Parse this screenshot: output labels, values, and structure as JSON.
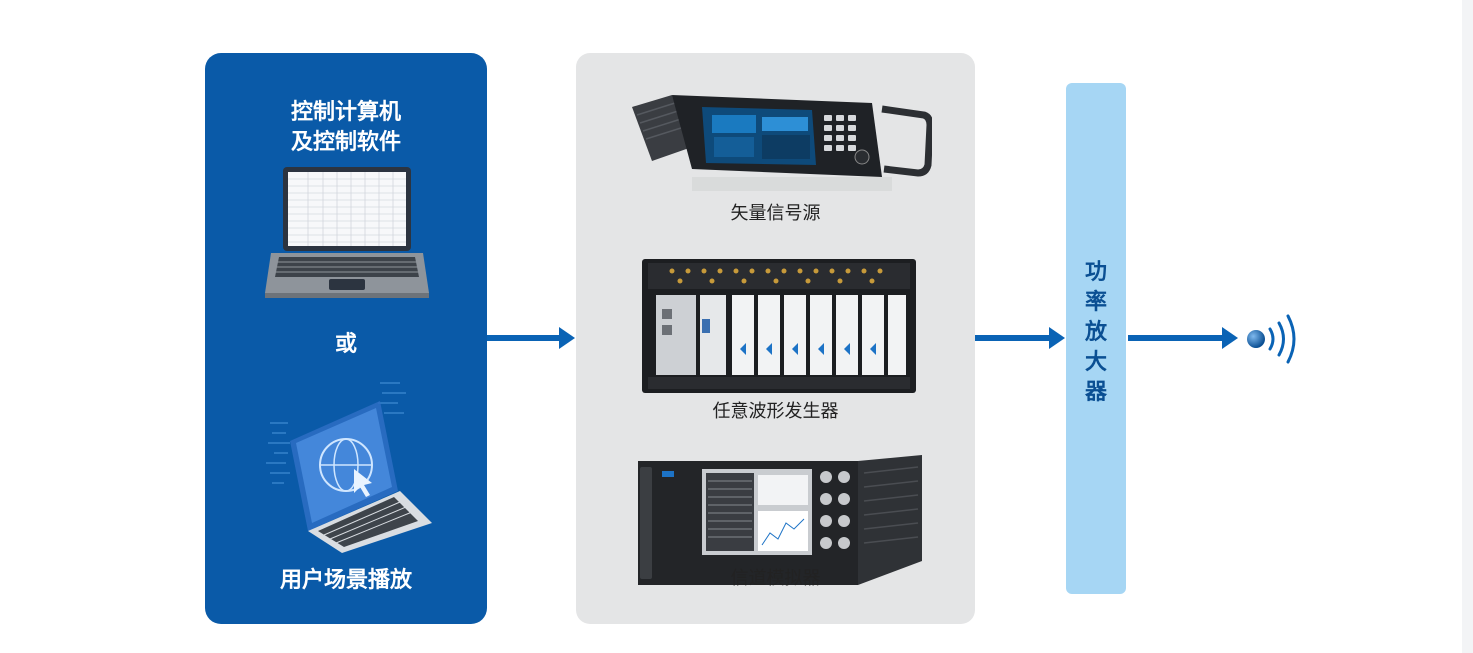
{
  "control_panel": {
    "title_line1": "控制计算机",
    "title_line2": "及控制软件",
    "or_label": "或",
    "scene_label": "用户场景播放"
  },
  "devices": [
    {
      "label": "矢量信号源",
      "image": "vector-signal-generator"
    },
    {
      "label": "任意波形发生器",
      "image": "arbitrary-waveform-generator-chassis"
    },
    {
      "label": "信道模拟器",
      "image": "channel-emulator"
    }
  ],
  "amplifier": {
    "chars": [
      "功",
      "率",
      "放",
      "大",
      "器"
    ]
  },
  "icons": {
    "antenna": "antenna-signal-icon",
    "laptop_table": "laptop-icon",
    "laptop_globe": "laptop-globe-icon"
  },
  "colors": {
    "control_panel": "#0a5aa8",
    "device_panel": "#e4e5e6",
    "amplifier": "#a6d6f4",
    "arrow": "#0a63b5",
    "amplifier_text": "#0a4f93"
  }
}
